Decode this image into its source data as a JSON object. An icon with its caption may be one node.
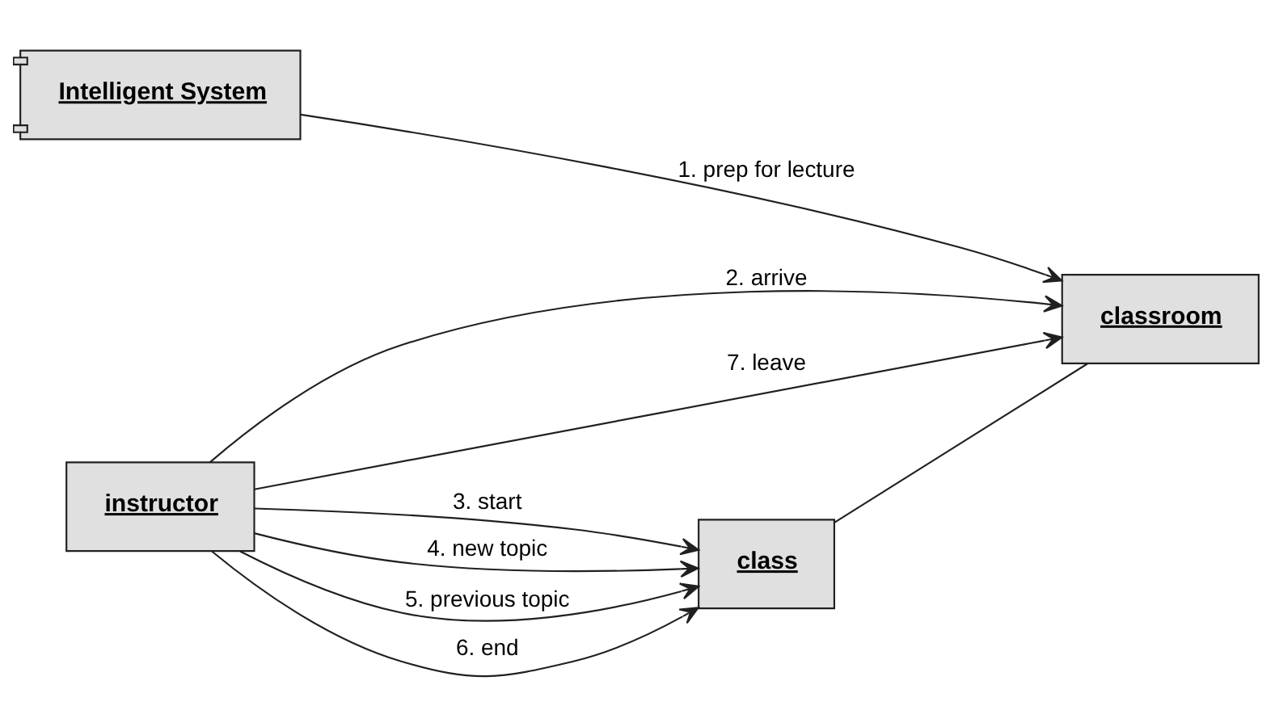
{
  "diagram": {
    "nodes": [
      {
        "text": [
          "Intelligent System"
        ]
      },
      {
        "text": [
          "classroom"
        ]
      },
      {
        "text": [
          "instructor"
        ]
      },
      {
        "text": [
          "class"
        ]
      }
    ],
    "edges": [
      {
        "from": 0,
        "to": 1,
        "arrow": "to",
        "label": "1. prep for lecture"
      },
      {
        "from": 2,
        "to": 1,
        "arrow": "to",
        "label": "2. arrive"
      },
      {
        "from": 2,
        "to": 3,
        "arrow": "to",
        "label": "3. start"
      },
      {
        "from": 2,
        "to": 3,
        "arrow": "to",
        "label": "4. new topic"
      },
      {
        "from": 2,
        "to": 3,
        "arrow": "to",
        "label": "5. previous topic"
      },
      {
        "from": 2,
        "to": 3,
        "arrow": "to",
        "label": "6. end"
      },
      {
        "from": 2,
        "to": 1,
        "arrow": "to",
        "label": "7. leave"
      },
      {
        "from": 3,
        "to": 1,
        "arrow": "none"
      }
    ]
  }
}
